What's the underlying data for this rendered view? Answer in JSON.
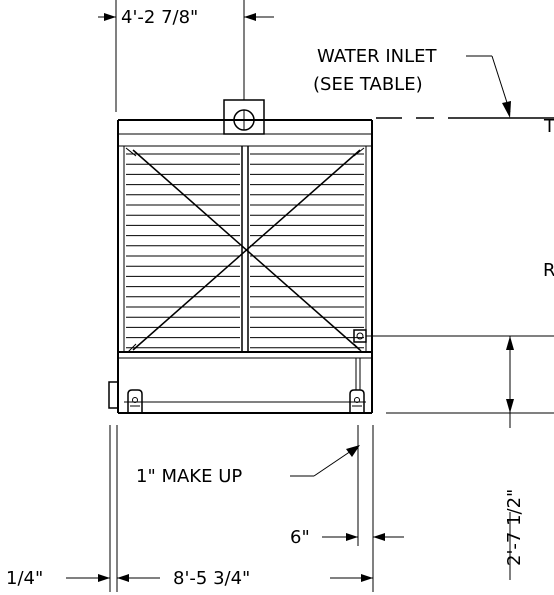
{
  "labels": {
    "top_offset_dim": "4'-2 7/8\"",
    "water_inlet_line1": "WATER INLET",
    "water_inlet_line2": "(SEE TABLE)",
    "makeup_label": "1\" MAKE UP",
    "six_inch_dim": "6\"",
    "left_quarter_dim": "1/4\"",
    "overall_width_dim": "8'-5 3/4\"",
    "vertical_dim": "2'-7 1/2\"",
    "right_edge_partial_1": "T",
    "right_edge_partial_2": "R"
  },
  "colors": {
    "line": "#000000",
    "background": "#ffffff"
  }
}
